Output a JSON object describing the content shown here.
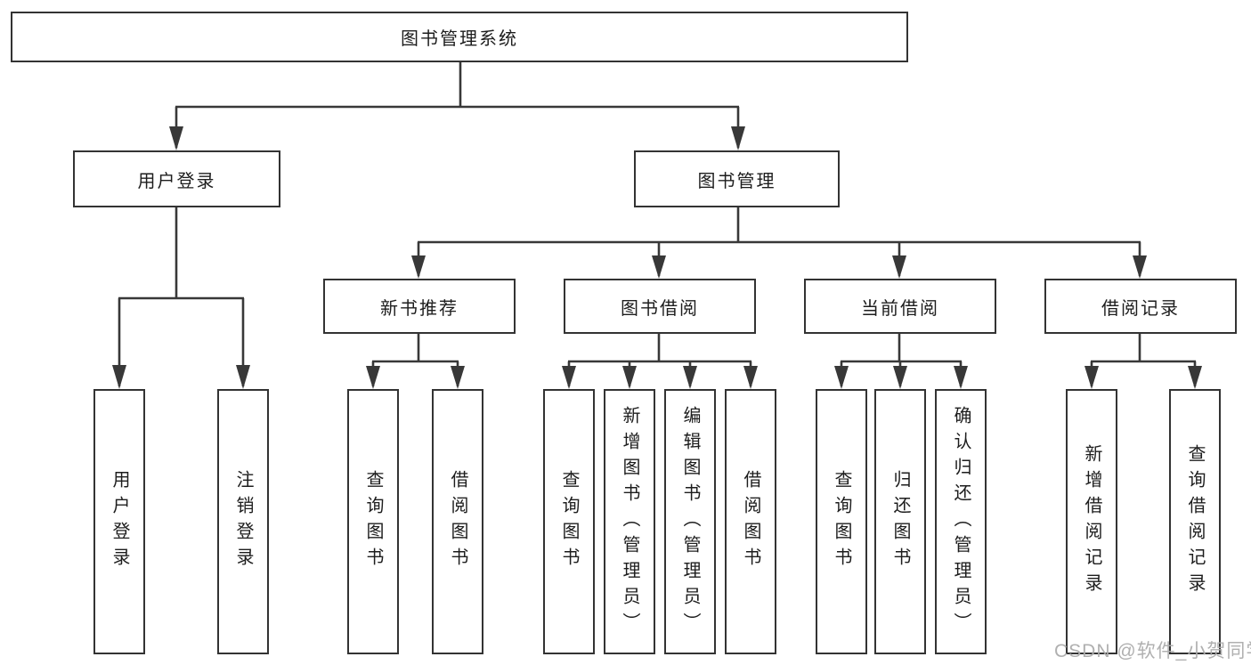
{
  "diagram": {
    "root": {
      "label": "图书管理系统"
    },
    "level2": [
      {
        "label": "用户登录"
      },
      {
        "label": "图书管理"
      }
    ],
    "level3": [
      {
        "label": "新书推荐"
      },
      {
        "label": "图书借阅"
      },
      {
        "label": "当前借阅"
      },
      {
        "label": "借阅记录"
      }
    ],
    "leaves": {
      "user_login": [
        "用户登录",
        "注销登录"
      ],
      "new_book_recommend": [
        "查询图书",
        "借阅图书"
      ],
      "book_borrow": [
        "查询图书",
        "新增图书（管理员）",
        "编辑图书（管理员）",
        "借阅图书"
      ],
      "current_borrow": [
        "查询图书",
        "归还图书",
        "确认归还（管理员）"
      ],
      "borrow_records": [
        "新增借阅记录",
        "查询借阅记录"
      ]
    }
  },
  "watermark": {
    "text": "CSDN @软件_小贺同学"
  },
  "colors": {
    "line": "#383838",
    "border": "#333333",
    "text": "#1d1d1d",
    "watermark": "#acacac",
    "background": "#ffffff"
  }
}
